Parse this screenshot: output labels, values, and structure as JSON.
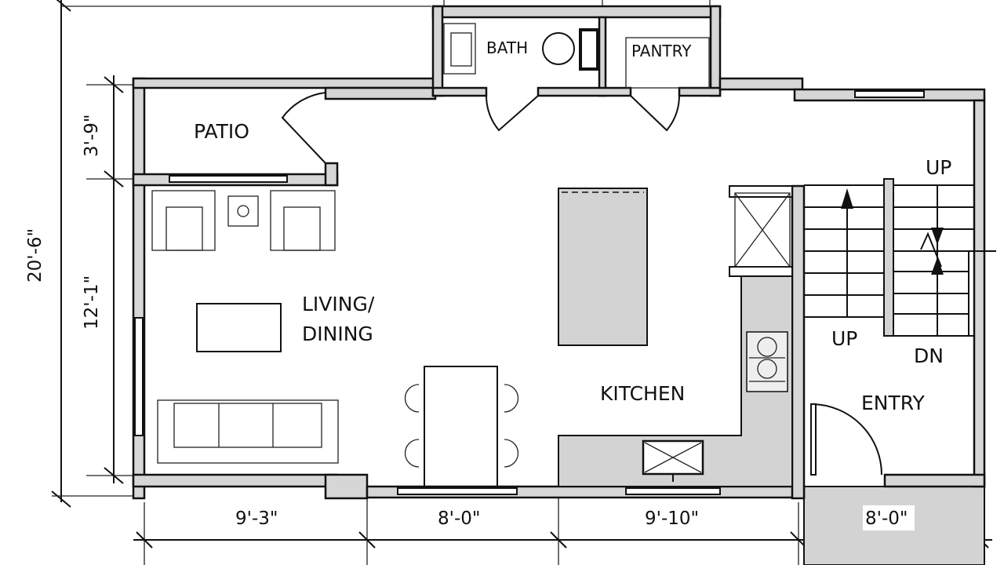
{
  "rooms": {
    "patio": "PATIO",
    "living_line1": "LIVING/",
    "living_line2": "DINING",
    "kitchen": "KITCHEN",
    "bath": "BATH",
    "pantry": "PANTRY",
    "entry": "ENTRY"
  },
  "stairs": {
    "up_top": "UP",
    "up_bottom": "UP",
    "down": "DN"
  },
  "dimensions": {
    "overall_depth": "20'-6\"",
    "patio_depth": "3'-9\"",
    "living_depth": "12'-1\"",
    "width_1": "9'-3\"",
    "width_2": "8'-0\"",
    "width_3": "9'-10\"",
    "width_4": "8'-0\""
  }
}
